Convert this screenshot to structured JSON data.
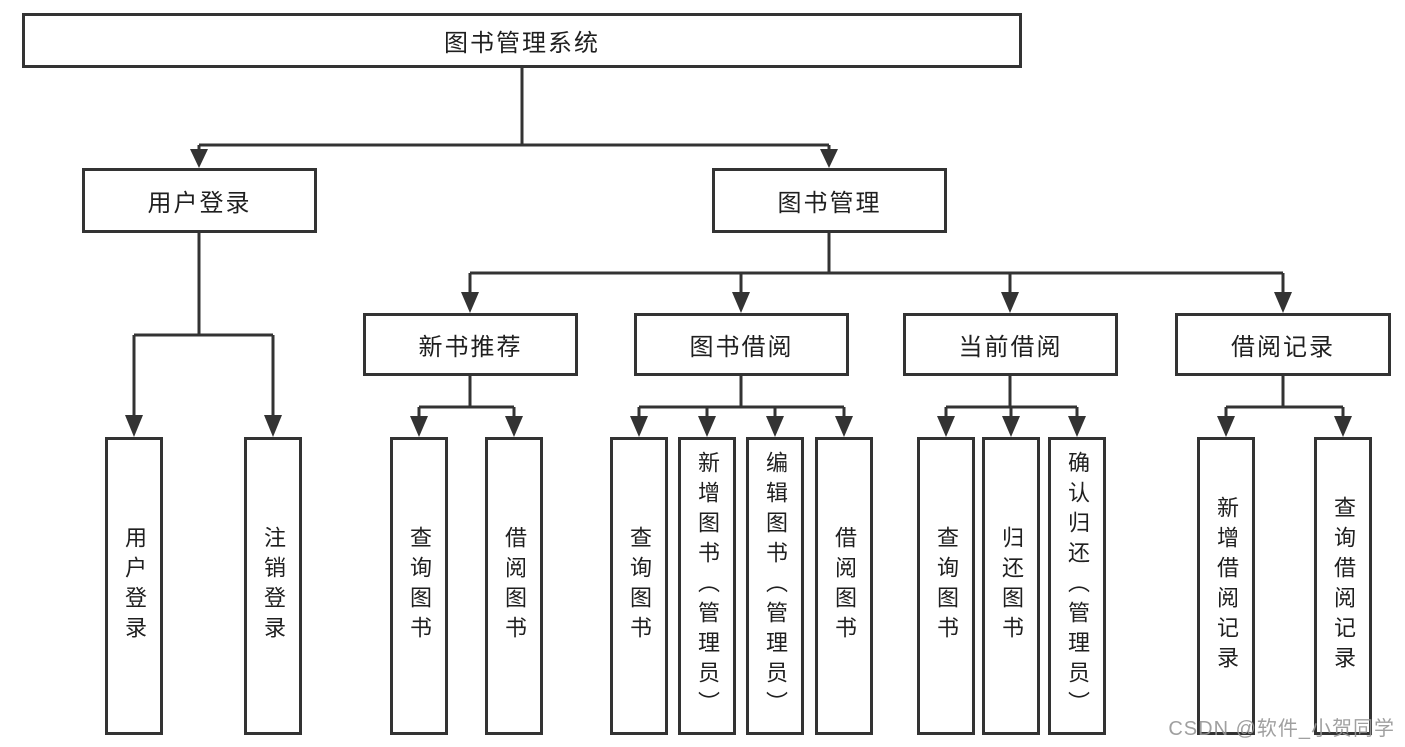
{
  "diagram": {
    "root": {
      "label": "图书管理系统"
    },
    "level2": {
      "user_login": {
        "label": "用户登录"
      },
      "book_management": {
        "label": "图书管理"
      }
    },
    "level3": {
      "new_book_recommend": {
        "label": "新书推荐"
      },
      "book_borrowing": {
        "label": "图书借阅"
      },
      "current_borrowing": {
        "label": "当前借阅"
      },
      "borrowing_records": {
        "label": "借阅记录"
      }
    },
    "level4": {
      "user_login": {
        "label": "用户登录"
      },
      "logout": {
        "label": "注销登录"
      },
      "recommend_query_books": {
        "label": "查询图书"
      },
      "recommend_borrow_books": {
        "label": "借阅图书"
      },
      "borrowing_query_books": {
        "label": "查询图书"
      },
      "borrowing_add_books": {
        "label": "新增图书（管理员）"
      },
      "borrowing_edit_books": {
        "label": "编辑图书（管理员）"
      },
      "borrowing_borrow_books": {
        "label": "借阅图书"
      },
      "current_query_books": {
        "label": "查询图书"
      },
      "current_return_books": {
        "label": "归还图书"
      },
      "current_confirm_return": {
        "label": "确认归还（管理员）"
      },
      "records_add_record": {
        "label": "新增借阅记录"
      },
      "records_query_record": {
        "label": "查询借阅记录"
      }
    }
  },
  "watermark": {
    "text": "CSDN @软件_小贺同学"
  },
  "colors": {
    "line": "#333333",
    "box_border": "#333333",
    "box_fill": "#ffffff",
    "text": "#1f1f1f",
    "watermark": "#969696",
    "background": "#ffffff"
  }
}
